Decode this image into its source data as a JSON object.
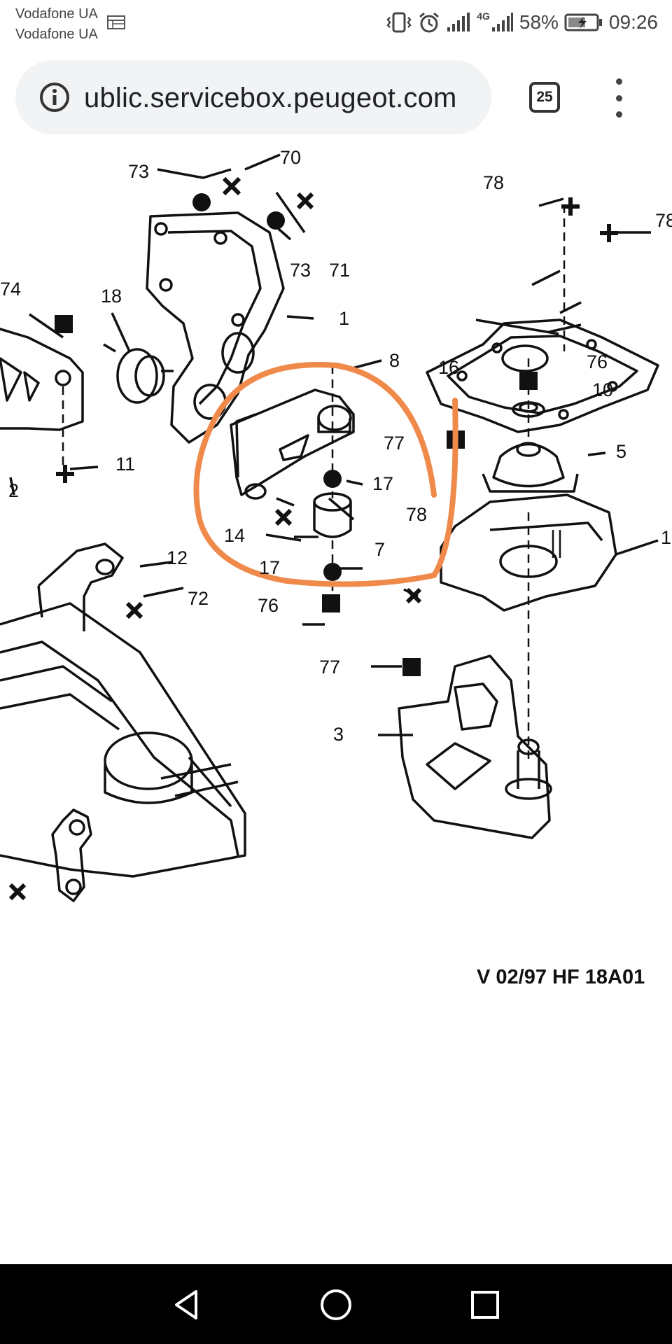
{
  "status_bar": {
    "carrier_1": "Vodafone UA",
    "carrier_2": "Vodafone UA",
    "network": "4G",
    "battery": "58%",
    "time": "09:26",
    "icons": [
      "sim-card-icon",
      "vibrate-icon",
      "alarm-icon",
      "signal-icon",
      "battery-charging-icon"
    ]
  },
  "browser": {
    "url": "ublic.servicebox.peugeot.com",
    "tab_count": "25",
    "icons": [
      "info-icon",
      "tabs-icon",
      "overflow-menu-icon"
    ]
  },
  "diagram": {
    "part_labels": {
      "l70": "70",
      "l73a": "73",
      "l73b": "73",
      "l71": "71",
      "l1a": "1",
      "l74": "74",
      "l18": "18",
      "l11": "11",
      "l2": "2",
      "l8": "8",
      "l77a": "77",
      "l17a": "17",
      "l14": "14",
      "l7": "7",
      "l17b": "17",
      "l76a": "76",
      "l12": "12",
      "l72": "72",
      "l78a": "78",
      "l78b": "78",
      "l78c": "78",
      "l16": "16",
      "l76b": "76",
      "l10": "10",
      "l5": "5",
      "l1b": "1",
      "l77b": "77",
      "l3": "3"
    },
    "reference_code": "V  02/97   HF 18A01",
    "annotation_color": "#f08a4b"
  },
  "nav_bar": {
    "icons": [
      "back-icon",
      "home-icon",
      "recents-icon"
    ]
  }
}
